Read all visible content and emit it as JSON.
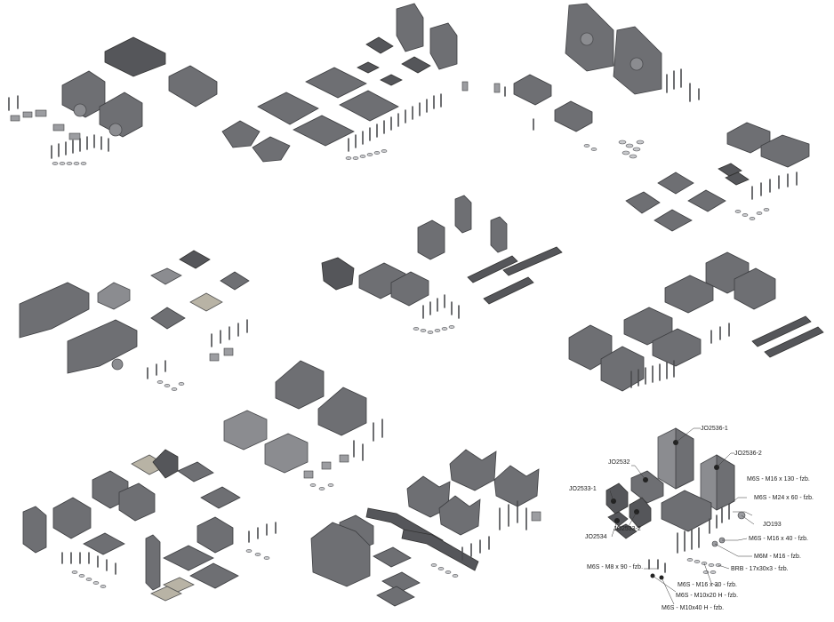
{
  "callouts": [
    {
      "text": "JO2536-1"
    },
    {
      "text": "JO2536-2"
    },
    {
      "text": "JO2532"
    },
    {
      "text": "JO2533-1"
    },
    {
      "text": "JO2533-2"
    },
    {
      "text": "JO2534"
    },
    {
      "text": "JO193"
    },
    {
      "text": "M6S - M16 x 130 - fzb."
    },
    {
      "text": "M6S - M24 x 60 - fzb."
    },
    {
      "text": "M6S - M16 x 40 - fzb."
    },
    {
      "text": "M6M - M16 - fzb."
    },
    {
      "text": "BRB - 17x30x3 - fzb."
    },
    {
      "text": "M6S - M16 x 30 - fzb."
    },
    {
      "text": "M6S - M8 x 90 - fzb."
    },
    {
      "text": "M6S - M10x20 H - fzb."
    },
    {
      "text": "M6S - M10x40 H - fzb."
    }
  ]
}
